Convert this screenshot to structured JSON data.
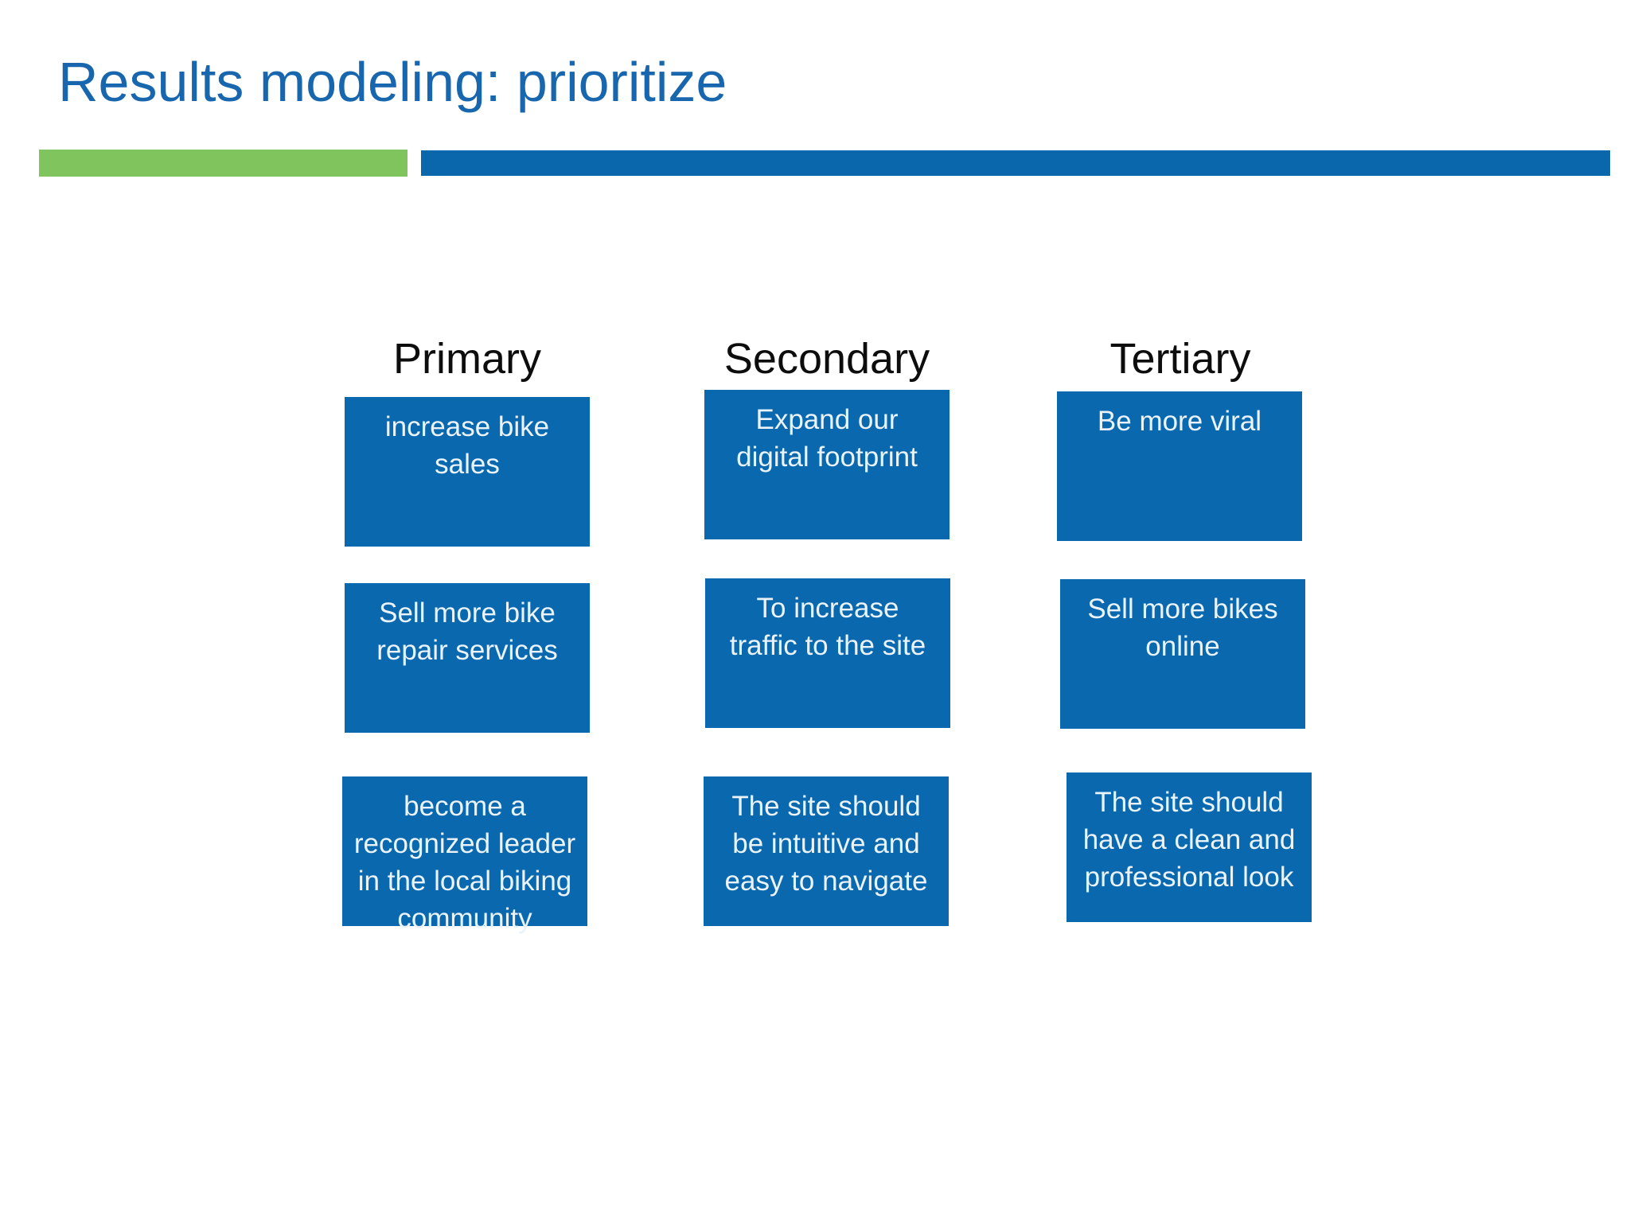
{
  "slide_title": "Results modeling: prioritize",
  "colors": {
    "title_blue": "#1766AE",
    "green_bar": "#7FC45C",
    "blue_bar": "#0A67AB",
    "box_blue": "#0A68AE"
  },
  "columns": [
    {
      "header": "Primary",
      "boxes": [
        "increase bike\nsales",
        "Sell more bike\nrepair services",
        "become a\nrecognized leader\nin the local biking\ncommunity"
      ]
    },
    {
      "header": "Secondary",
      "boxes": [
        "Expand our\ndigital footprint",
        "To increase\ntraffic to the site",
        "The site should\nbe intuitive and\neasy to navigate"
      ]
    },
    {
      "header": "Tertiary",
      "boxes": [
        "Be more viral",
        "Sell more bikes\nonline",
        "The site should\nhave a clean and\nprofessional look"
      ]
    }
  ]
}
